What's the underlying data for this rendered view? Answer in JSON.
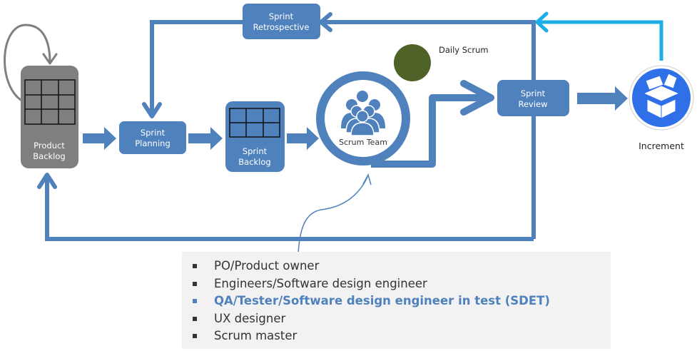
{
  "colors": {
    "flow_blue": "#4f81bd",
    "increment_line": "#1eaee6",
    "backlog_gray": "#7f7f7f",
    "daily_scrum_dot": "#4f6228",
    "increment_icon": "#2f6fe8",
    "highlight_text": "#4f81bd",
    "text_dark": "#333333"
  },
  "nodes": {
    "product_backlog": {
      "line1": "Product",
      "line2": "Backlog"
    },
    "sprint_planning": {
      "line1": "Sprint",
      "line2": "Planning"
    },
    "sprint_backlog": {
      "line1": "Sprint",
      "line2": "Backlog"
    },
    "scrum_team": {
      "label": "Scrum Team"
    },
    "daily_scrum": {
      "label": "Daily Scrum"
    },
    "sprint_review": {
      "line1": "Sprint",
      "line2": "Review"
    },
    "sprint_retrospective": {
      "line1": "Sprint",
      "line2": "Retrospective"
    },
    "increment": {
      "label": "Increment"
    }
  },
  "roles": [
    {
      "text": "PO/Product owner",
      "highlighted": false
    },
    {
      "text": "Engineers/Software design engineer",
      "highlighted": false
    },
    {
      "text": "QA/Tester/Software design engineer in test (SDET)",
      "highlighted": true
    },
    {
      "text": "UX designer",
      "highlighted": false
    },
    {
      "text": "Scrum master",
      "highlighted": false
    }
  ]
}
